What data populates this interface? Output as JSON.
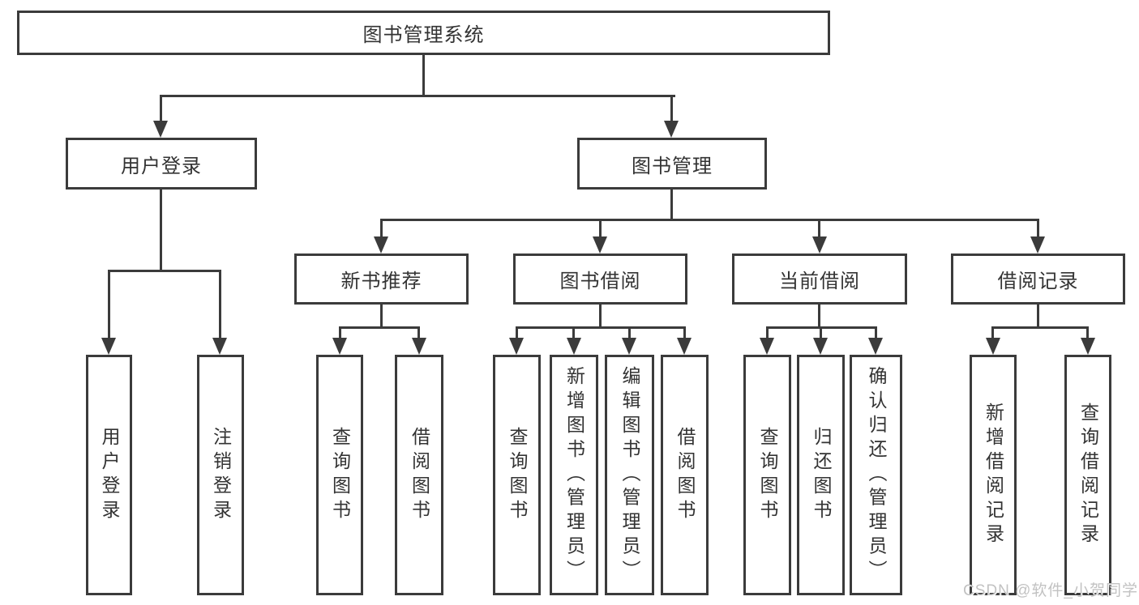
{
  "tree": {
    "root": {
      "label": "图书管理系统",
      "children": [
        {
          "label": "用户登录",
          "children": [
            {
              "label": "用户登录"
            },
            {
              "label": "注销登录"
            }
          ]
        },
        {
          "label": "图书管理",
          "children": [
            {
              "label": "新书推荐",
              "children": [
                {
                  "label": "查询图书"
                },
                {
                  "label": "借阅图书"
                }
              ]
            },
            {
              "label": "图书借阅",
              "children": [
                {
                  "label": "查询图书"
                },
                {
                  "label": "新增图书（管理员）"
                },
                {
                  "label": "编辑图书（管理员）"
                },
                {
                  "label": "借阅图书"
                }
              ]
            },
            {
              "label": "当前借阅",
              "children": [
                {
                  "label": "查询图书"
                },
                {
                  "label": "归还图书"
                },
                {
                  "label": "确认归还（管理员）"
                }
              ]
            },
            {
              "label": "借阅记录",
              "children": [
                {
                  "label": "新增借阅记录"
                },
                {
                  "label": "查询借阅记录"
                }
              ]
            }
          ]
        }
      ]
    }
  },
  "watermark": {
    "text": "CSDN @软件_小贺同学"
  },
  "colors": {
    "line": "#3b3b3b",
    "text": "#333333",
    "background": "#ffffff",
    "watermark": "#c2c2c2"
  }
}
